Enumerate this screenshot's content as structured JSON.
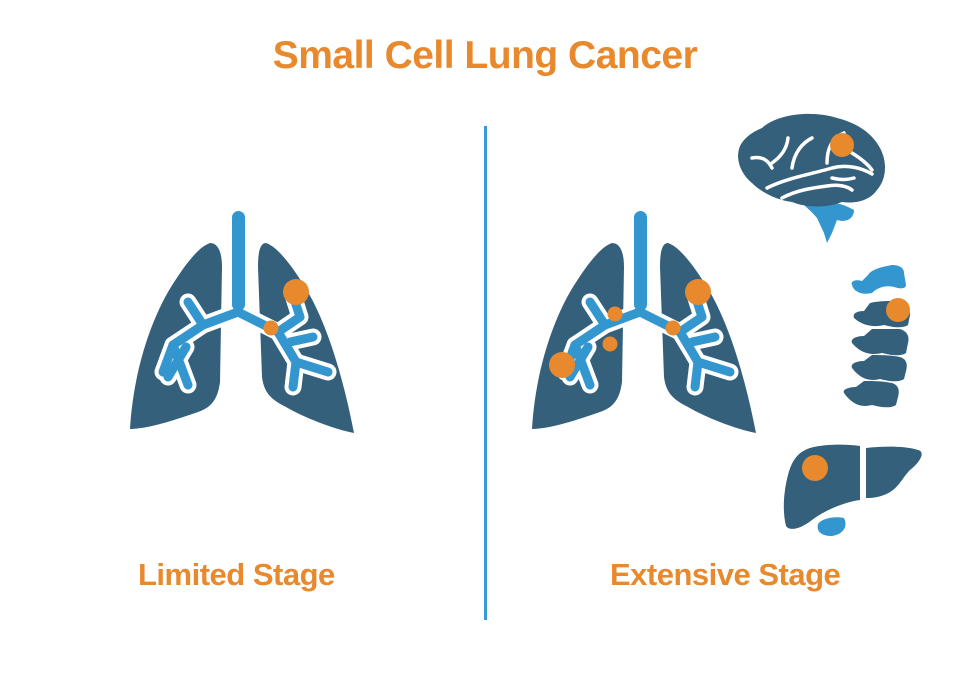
{
  "title": "Small Cell Lung Cancer",
  "colors": {
    "accent_orange": "#E8892E",
    "organ_dark": "#34607B",
    "airway_blue": "#3396CE",
    "divider_blue": "#3A9AD8",
    "background": "#FFFFFF"
  },
  "panels": [
    {
      "label": "Limited Stage",
      "organs": [
        "lungs"
      ],
      "tumor_sites": [
        "right-lung-upper",
        "right-bronchus"
      ]
    },
    {
      "label": "Extensive Stage",
      "organs": [
        "lungs",
        "brain",
        "spine",
        "liver"
      ],
      "tumor_sites": [
        "right-lung-upper",
        "right-bronchus",
        "left-bronchus-upper",
        "left-bronchus-lower",
        "left-lung-lower",
        "brain",
        "spine",
        "liver"
      ]
    }
  ],
  "icons": {
    "lungs": "lungs-icon",
    "brain": "brain-icon",
    "spine": "spine-icon",
    "liver": "liver-icon",
    "tumor": "tumor-dot-icon"
  }
}
